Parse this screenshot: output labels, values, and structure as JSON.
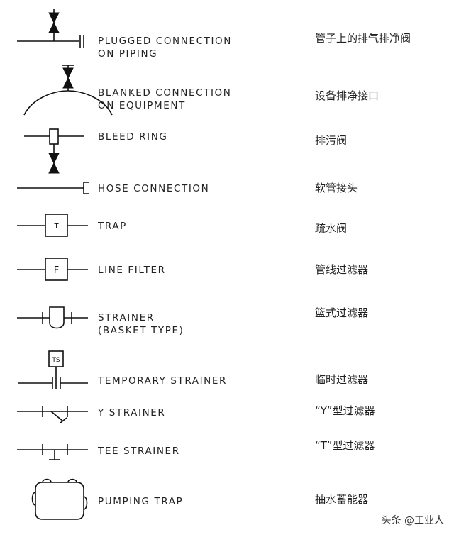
{
  "items": [
    {
      "en": "PLUGGED CONNECTION\nON PIPING",
      "zh": "管子上的排气排净阀"
    },
    {
      "en": "BLANKED CONNECTION\nON EQUIPMENT",
      "zh": "设备排净接口"
    },
    {
      "en": "BLEED RING",
      "zh": "排污阀"
    },
    {
      "en": "HOSE CONNECTION",
      "zh": "软管接头"
    },
    {
      "en": "TRAP",
      "zh": "疏水阀",
      "symbol_letter": "T"
    },
    {
      "en": "LINE FILTER",
      "zh": "管线过滤器",
      "symbol_letter": "F"
    },
    {
      "en": "STRAINER\n(BASKET TYPE)",
      "zh": "篮式过滤器"
    },
    {
      "en": "TEMPORARY STRAINER",
      "zh": "临时过滤器",
      "symbol_letter": "TS"
    },
    {
      "en": "Y STRAINER",
      "zh": "“Y”型过滤器"
    },
    {
      "en": "TEE STRAINER",
      "zh": "“T”型过滤器"
    },
    {
      "en": "PUMPING TRAP",
      "zh": "抽水蓄能器"
    }
  ],
  "watermark": "头条 @工业人"
}
